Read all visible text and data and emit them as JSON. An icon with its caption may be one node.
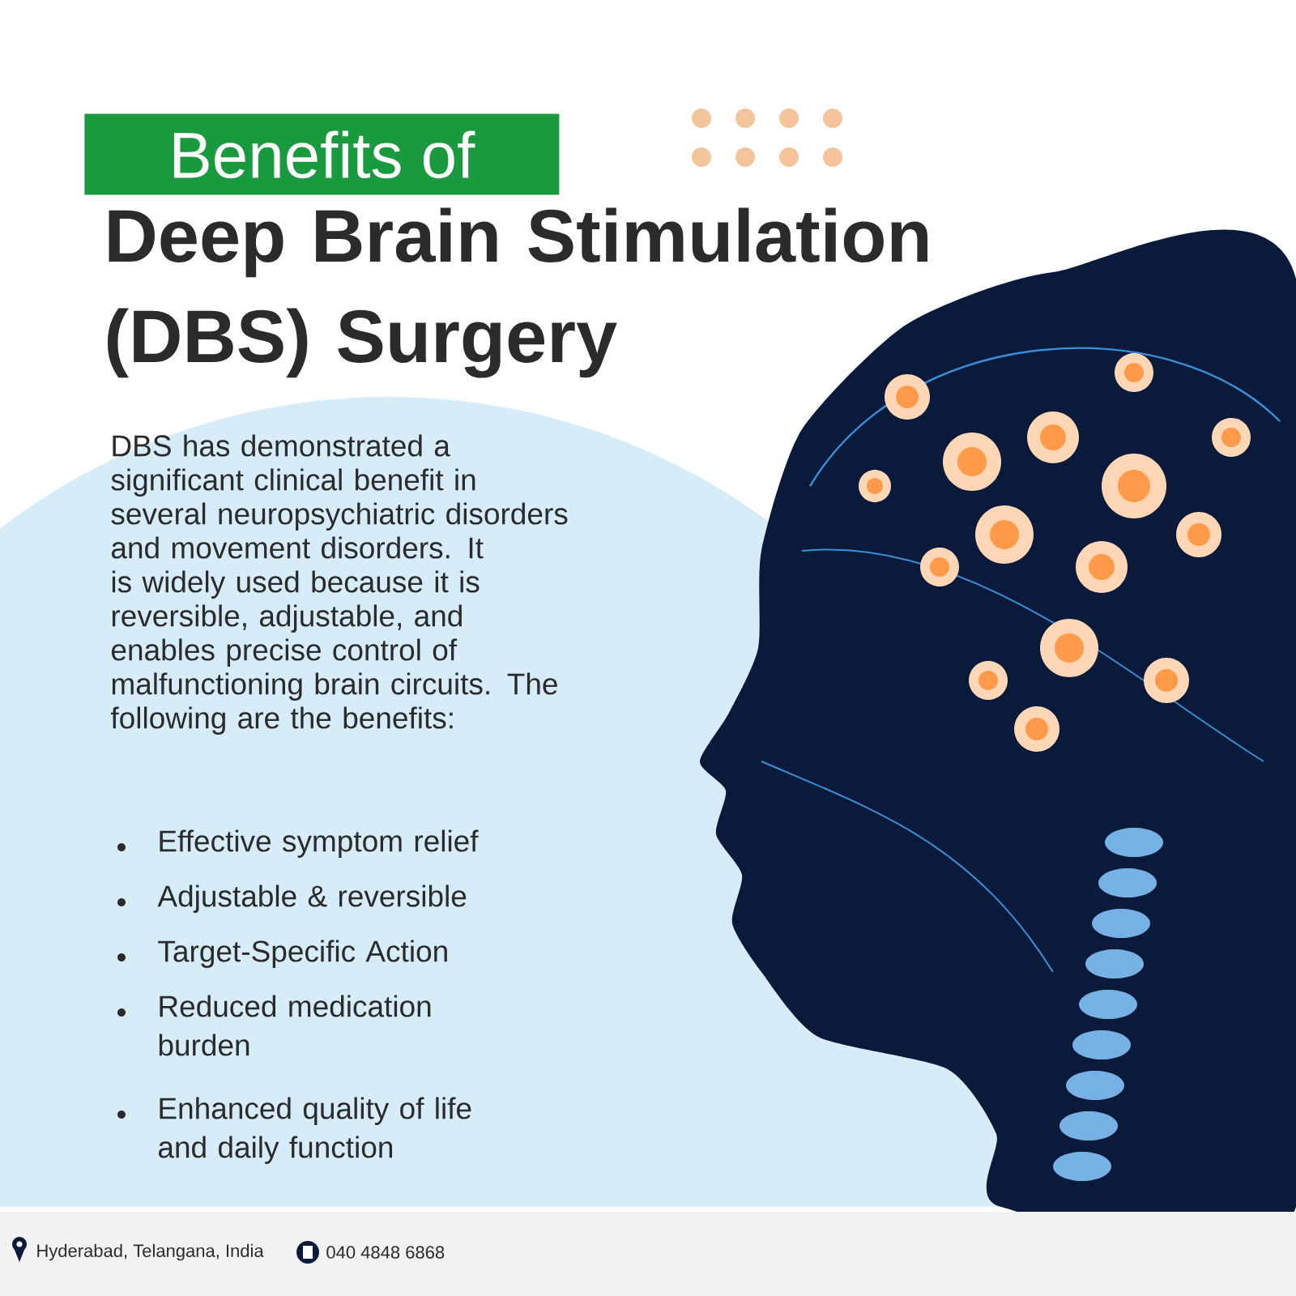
{
  "diagram": {
    "title": "Deep Brain Stimulation (DBS) Surgery",
    "nodes": [
      {
        "text": [
          "Benefits of"
        ]
      }
    ],
    "labels": [
      "DBS has demonstrated a significant clinical benefit in several neuropsychiatric disorders and movement disorders. It is widely used because it is reversible, adjustable, and enables precise control of malfunctioning brain circuits. The following are the benefits:",
      "Effective symptom relief",
      "Adjustable & reversible",
      "Target-Specific Action",
      "Reduced medication burden",
      "Enhanced quality of life and daily function",
      "Hyderabad, Telangana, India",
      "040 4848 6868"
    ]
  }
}
